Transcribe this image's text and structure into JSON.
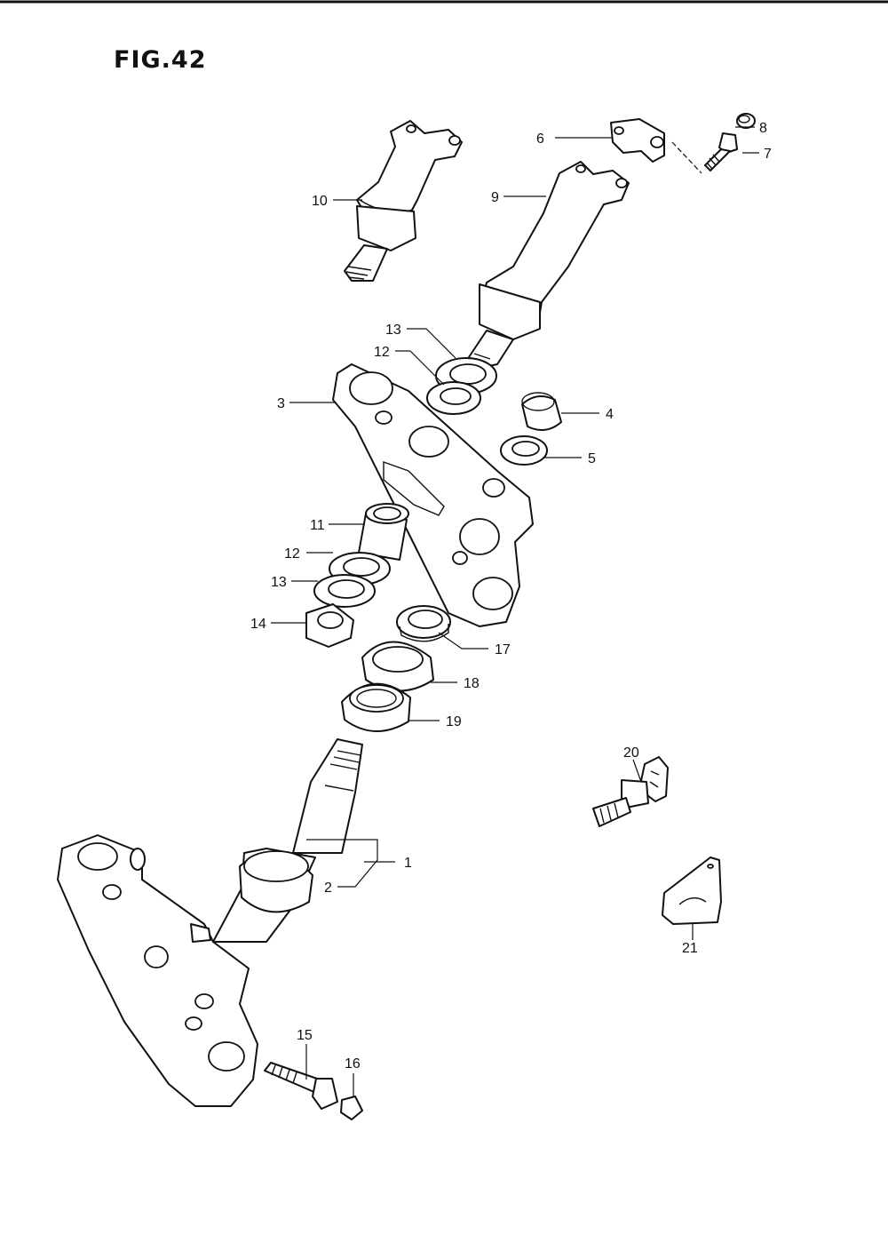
{
  "figure": {
    "title": "FIG.42"
  },
  "callouts": [
    {
      "id": "1",
      "label": "1"
    },
    {
      "id": "2",
      "label": "2"
    },
    {
      "id": "3",
      "label": "3"
    },
    {
      "id": "4",
      "label": "4"
    },
    {
      "id": "5",
      "label": "5"
    },
    {
      "id": "6",
      "label": "6"
    },
    {
      "id": "7",
      "label": "7"
    },
    {
      "id": "8",
      "label": "8"
    },
    {
      "id": "9",
      "label": "9"
    },
    {
      "id": "10",
      "label": "10"
    },
    {
      "id": "11",
      "label": "11"
    },
    {
      "id": "12a",
      "label": "12"
    },
    {
      "id": "12b",
      "label": "12"
    },
    {
      "id": "13a",
      "label": "13"
    },
    {
      "id": "13b",
      "label": "13"
    },
    {
      "id": "14",
      "label": "14"
    },
    {
      "id": "15",
      "label": "15"
    },
    {
      "id": "16",
      "label": "16"
    },
    {
      "id": "17",
      "label": "17"
    },
    {
      "id": "18",
      "label": "18"
    },
    {
      "id": "19",
      "label": "19"
    },
    {
      "id": "20",
      "label": "20"
    },
    {
      "id": "21",
      "label": "21"
    }
  ]
}
